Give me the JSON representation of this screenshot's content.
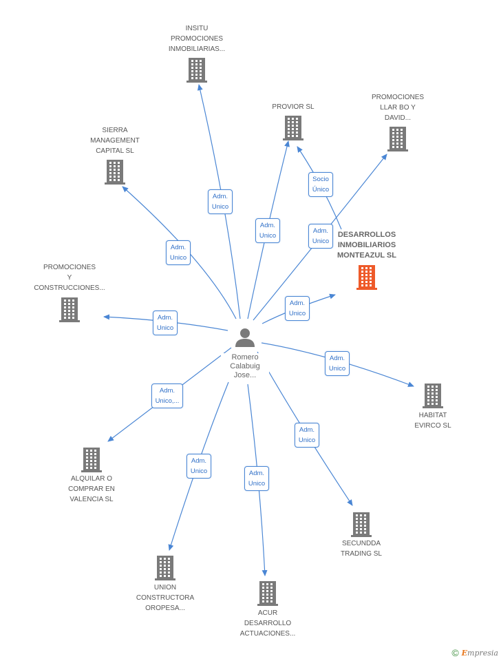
{
  "center": {
    "label": "Romero\nCalabuig\nJose..."
  },
  "colors": {
    "edge": "#4a86d4",
    "building": "#7a7a7a",
    "focus_building": "#ee5a2a",
    "person": "#7a7a7a"
  },
  "nodes": [
    {
      "id": "insitu",
      "label": "INSITU\nPROMOCIONES\nINMOBILIARIAS...",
      "edge_label": "Adm.\nUnico"
    },
    {
      "id": "provior",
      "label": "PROVIOR SL",
      "edge_label": "Adm.\nUnico"
    },
    {
      "id": "llar",
      "label": "PROMOCIONES\nLLAR BO Y\nDAVID...",
      "edge_label": "Adm.\nUnico"
    },
    {
      "id": "sierra",
      "label": "SIERRA\nMANAGEMENT\nCAPITAL SL",
      "edge_label": "Adm.\nUnico"
    },
    {
      "id": "monteazul",
      "label": "DESARROLLOS\nINMOBILIARIOS\nMONTEAZUL SL",
      "edge_label": "Adm.\nUnico",
      "focus": true
    },
    {
      "id": "promociones",
      "label": "PROMOCIONES\nY\nCONSTRUCCIONES...",
      "edge_label": "Adm.\nUnico"
    },
    {
      "id": "habitat",
      "label": "HABITAT\nEVIRCO SL",
      "edge_label": "Adm.\nUnico"
    },
    {
      "id": "alquilar",
      "label": "ALQUILAR O\nCOMPRAR EN\nVALENCIA SL",
      "edge_label": "Adm.\nUnico,..."
    },
    {
      "id": "secundda",
      "label": "SECUNDDA\nTRADING SL",
      "edge_label": "Adm.\nUnico"
    },
    {
      "id": "union",
      "label": "UNION\nCONSTRUCTORA\nOROPESA...",
      "edge_label": "Adm.\nUnico"
    },
    {
      "id": "acur",
      "label": "ACUR\nDESARROLLO\nACTUACIONES...",
      "edge_label": "Adm.\nUnico"
    }
  ],
  "extra_edges": [
    {
      "from": "monteazul",
      "to": "provior",
      "label": "Socio\nÚnico"
    }
  ],
  "footer": {
    "copyright": "©",
    "brand_initial": "E",
    "brand_rest": "mpresia"
  }
}
